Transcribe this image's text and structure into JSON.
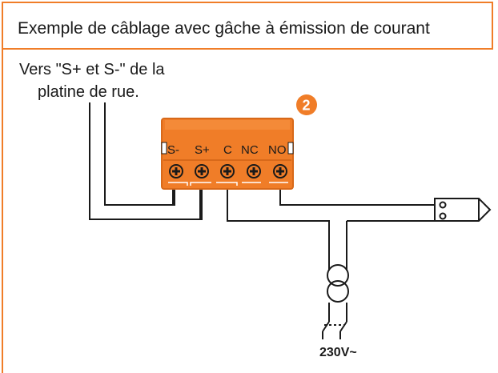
{
  "title": "Exemple de câblage avec gâche à émission de courant",
  "note": {
    "line1": "Vers \"S+ et S-\" de la",
    "line2": "platine de rue."
  },
  "module": {
    "badge": "2",
    "terminals": [
      "S-",
      "S+",
      "C",
      "NC",
      "NO"
    ],
    "color": "#f07d28"
  },
  "supply_label": "230V~",
  "colors": {
    "accent": "#f07d28",
    "line": "#1a1a1a"
  }
}
